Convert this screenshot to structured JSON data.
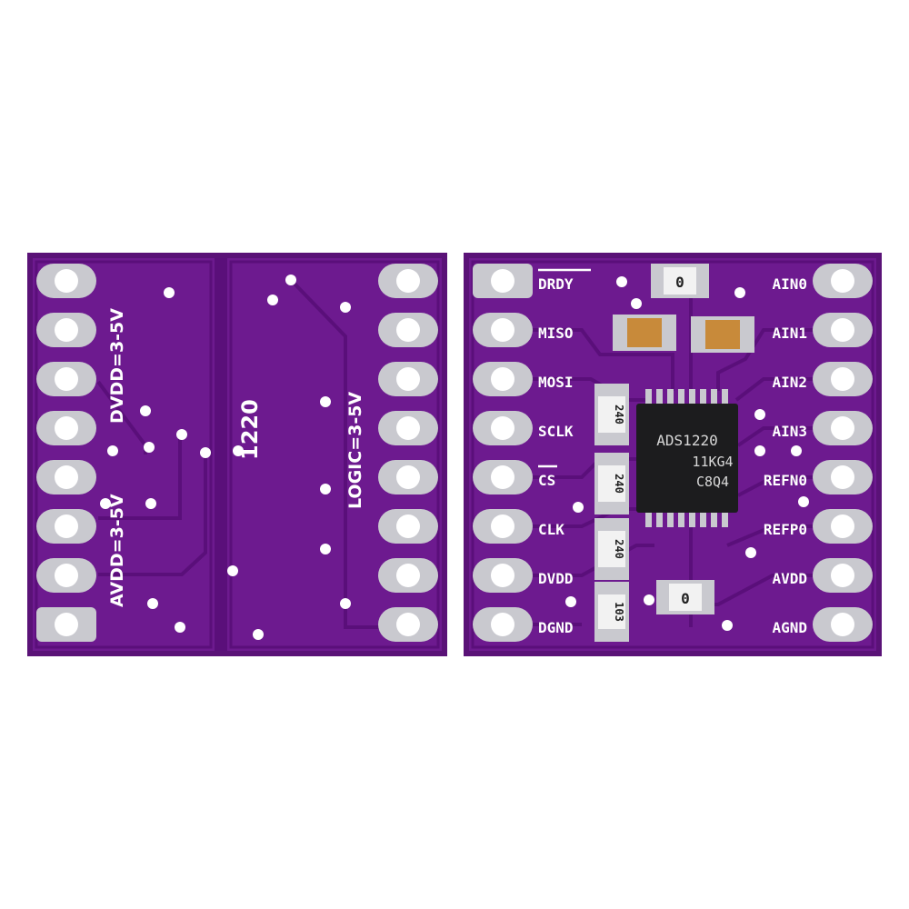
{
  "colors": {
    "background": "#ffffff",
    "board_edge": "#5a1277",
    "board": "#6d1a8f",
    "trace": "#5a0f7a",
    "pad_metal": "#c9c9cf",
    "hole": "#ffffff",
    "chip": "#1c1c1e",
    "silkscreen": "#ffffff"
  },
  "back_board": {
    "label_part": "1220",
    "label_dvdd": "DVDD=3-5V",
    "label_avdd": "AVDD=3-5V",
    "label_logic": "LOGIC=3-5V"
  },
  "front_board": {
    "chip": {
      "line1": "ADS1220",
      "line2": "11KG4",
      "line3": "C8Q4"
    },
    "left_pins": [
      "DRDY",
      "MISO",
      "MOSI",
      "SCLK",
      "CS",
      "CLK",
      "DVDD",
      "DGND"
    ],
    "right_pins": [
      "AIN0",
      "AIN1",
      "AIN2",
      "AIN3",
      "REFN0",
      "REFP0",
      "AVDD",
      "AGND"
    ],
    "resistors": {
      "top": "0",
      "bottom": "0",
      "r1": "240",
      "r2": "240",
      "r3": "240",
      "r4": "103"
    }
  }
}
